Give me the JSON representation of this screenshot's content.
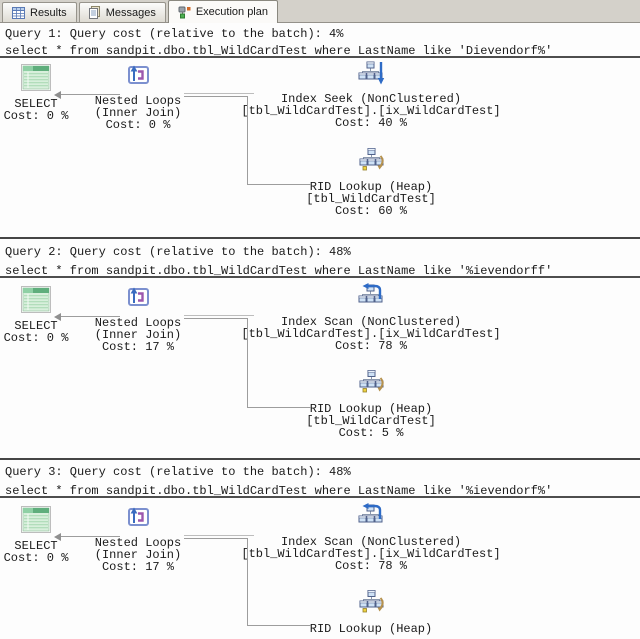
{
  "tab_bar": {
    "tabs": [
      {
        "label": "Results",
        "icon": "results-grid-icon",
        "active": false
      },
      {
        "label": "Messages",
        "icon": "messages-icon",
        "active": false
      },
      {
        "label": "Execution plan",
        "icon": "execution-plan-icon",
        "active": true
      }
    ]
  },
  "colors": {
    "tabbar_bg": "#d4d1ca",
    "select_icon_green": "#5fae7c",
    "plan_icon_blue": "#2e6bc6",
    "nested_loops_purple": "#9c57ad",
    "rid_arrow_tan": "#b5914e",
    "connector_gray": "#9d9d9d",
    "separator_dark": "#4e4e4e"
  },
  "queries": [
    {
      "title": "Query 1: Query cost (relative to the batch): 4%",
      "statement": "select * from sandpit.dbo.tbl_WildCardTest where LastName like 'Dievendorf%'",
      "nodes": {
        "result": {
          "icon": "select-result-icon",
          "label": "SELECT",
          "cost": "Cost: 0 %"
        },
        "join": {
          "icon": "nested-loops-icon",
          "label": "Nested Loops",
          "sub": "(Inner Join)",
          "cost": "Cost: 0 %"
        },
        "input_top": {
          "icon": "index-seek-icon",
          "label": "Index Seek (NonClustered)",
          "object": "[tbl_WildCardTest].[ix_WildCardTest]",
          "cost": "Cost: 40 %"
        },
        "input_bottom": {
          "icon": "rid-lookup-icon",
          "label": "RID Lookup (Heap)",
          "object": "[tbl_WildCardTest]",
          "cost": "Cost: 60 %"
        }
      }
    },
    {
      "title": "Query 2: Query cost (relative to the batch): 48%",
      "statement": "select * from sandpit.dbo.tbl_WildCardTest where LastName like '%ievendorff'",
      "nodes": {
        "result": {
          "icon": "select-result-icon",
          "label": "SELECT",
          "cost": "Cost: 0 %"
        },
        "join": {
          "icon": "nested-loops-icon",
          "label": "Nested Loops",
          "sub": "(Inner Join)",
          "cost": "Cost: 17 %"
        },
        "input_top": {
          "icon": "index-scan-icon",
          "label": "Index Scan (NonClustered)",
          "object": "[tbl_WildCardTest].[ix_WildCardTest]",
          "cost": "Cost: 78 %"
        },
        "input_bottom": {
          "icon": "rid-lookup-icon",
          "label": "RID Lookup (Heap)",
          "object": "[tbl_WildCardTest]",
          "cost": "Cost: 5 %"
        }
      }
    },
    {
      "title": "Query 3: Query cost (relative to the batch): 48%",
      "statement": "select * from sandpit.dbo.tbl_WildCardTest where LastName like '%ievendorf%'",
      "nodes": {
        "result": {
          "icon": "select-result-icon",
          "label": "SELECT",
          "cost": "Cost: 0 %"
        },
        "join": {
          "icon": "nested-loops-icon",
          "label": "Nested Loops",
          "sub": "(Inner Join)",
          "cost": "Cost: 17 %"
        },
        "input_top": {
          "icon": "index-scan-icon",
          "label": "Index Scan (NonClustered)",
          "object": "[tbl_WildCardTest].[ix_WildCardTest]",
          "cost": "Cost: 78 %"
        },
        "input_bottom": {
          "icon": "rid-lookup-icon",
          "label": "RID Lookup (Heap)"
        }
      }
    }
  ]
}
